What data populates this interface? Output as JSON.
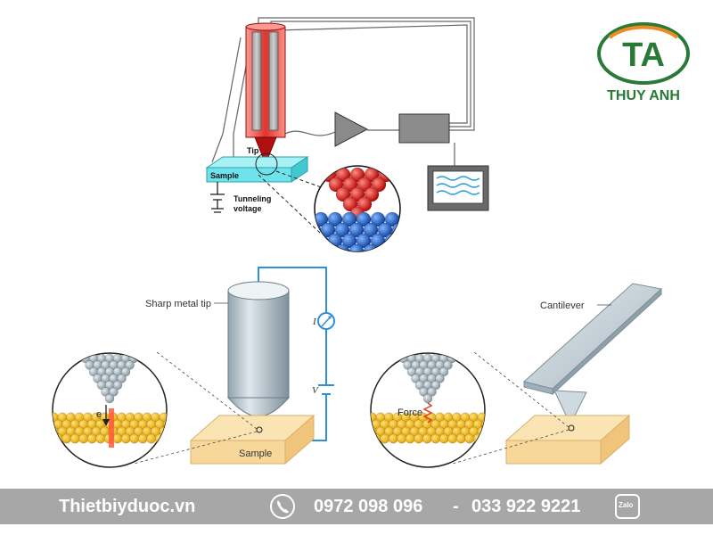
{
  "colors": {
    "logo_green": "#2a7a37",
    "logo_orange": "#f08a24",
    "sample_cyan": "#6fe3ec",
    "stm_tip_red": "#e0332f",
    "circuit_blue": "#2f8fd8",
    "sample_tan": "#f7d79a",
    "footer_gray": "#a7a7a7"
  },
  "logo": {
    "monogram": "TA",
    "name": "THUY ANH"
  },
  "stm_diagram": {
    "tip_label": "Tip",
    "sample_label": "Sample",
    "voltage_label_line1": "Tunneling",
    "voltage_label_line2": "voltage"
  },
  "panel_stm": {
    "tip_label": "Sharp metal tip",
    "current_label": "I",
    "voltage_label": "V",
    "electron_label": "e",
    "sample_label": "Sample"
  },
  "panel_afm": {
    "cantilever_label": "Cantilever",
    "force_label": "Force"
  },
  "footer": {
    "website": "Thietbiyduoc.vn",
    "phone1": "0972 098 096",
    "separator": "-",
    "phone2": "033 922 9221",
    "zalo": "Zalo",
    "phone_icon": "phone-icon",
    "zalo_icon": "zalo-icon"
  }
}
